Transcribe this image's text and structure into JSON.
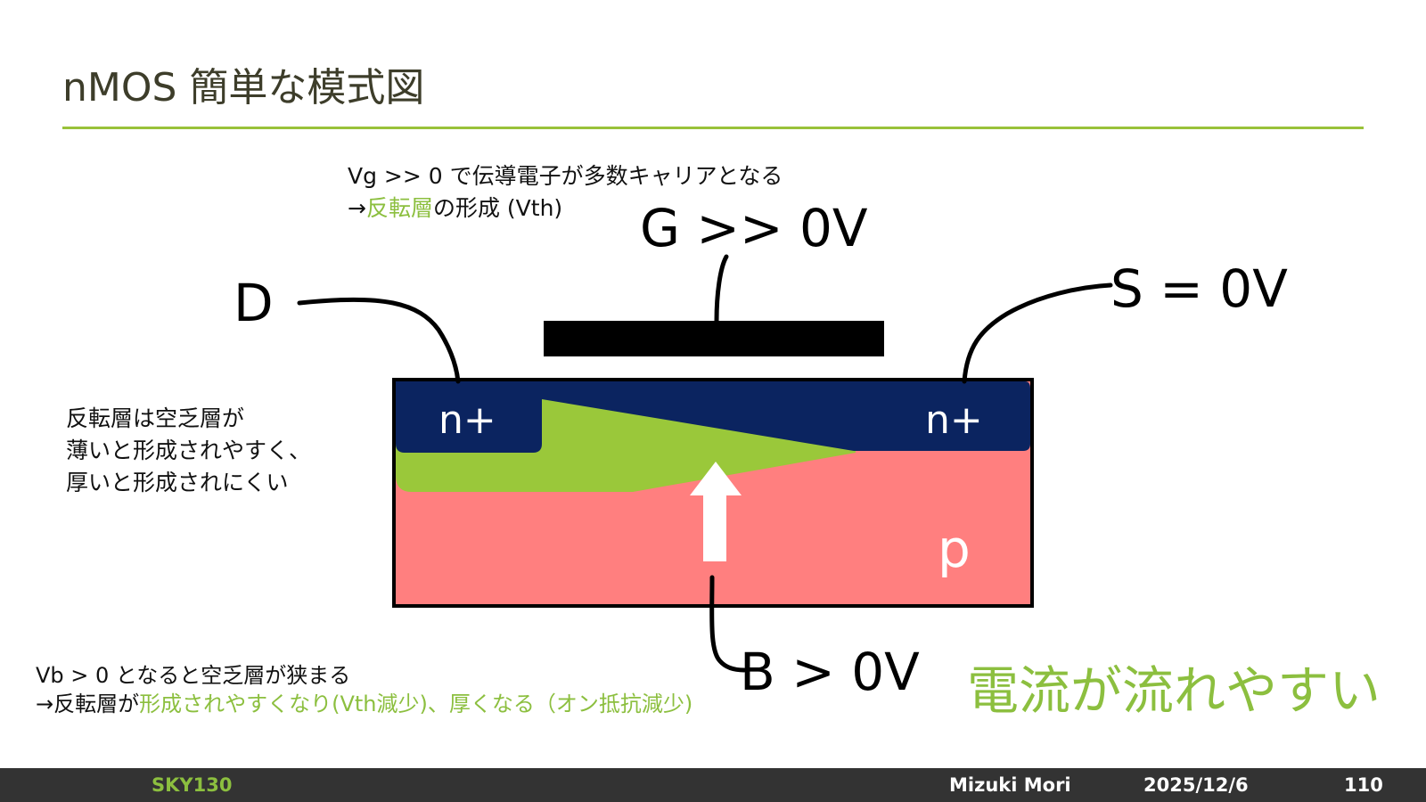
{
  "slide": {
    "title": "nMOS 簡単な模式図"
  },
  "notes": {
    "top_line1": "Vg >> 0 で伝導電子が多数キャリアとなる",
    "top_line2_prefix": "→",
    "top_line2_green": "反転層",
    "top_line2_suffix": "の形成 (Vth)",
    "left_line1": "反転層は空乏層が",
    "left_line2": "薄いと形成されやすく、",
    "left_line3": "厚いと形成されにくい",
    "bottom_line1": "Vb > 0 となると空乏層が狭まる",
    "bottom_line2_prefix": "→反転層が",
    "bottom_line2_green": "形成されやすくなり(Vth減少)、厚くなる（オン抵抗減少)",
    "emphasis": "電流が流れやすい"
  },
  "diagram": {
    "terminal_g": "G >> 0V",
    "terminal_d": "D",
    "terminal_s": "S = 0V",
    "terminal_b": "B > 0V",
    "region_n_left": "n+",
    "region_n_right": "n+",
    "region_p": "p",
    "colors": {
      "n_region": "#0b2460",
      "p_substrate": "#ff7f7f",
      "inversion_layer": "#9ac83a",
      "gate": "#000000",
      "arrow": "#ffffff"
    }
  },
  "footer": {
    "left": "SKY130",
    "author": "Mizuki Mori",
    "date": "2025/12/6",
    "page": "110"
  }
}
